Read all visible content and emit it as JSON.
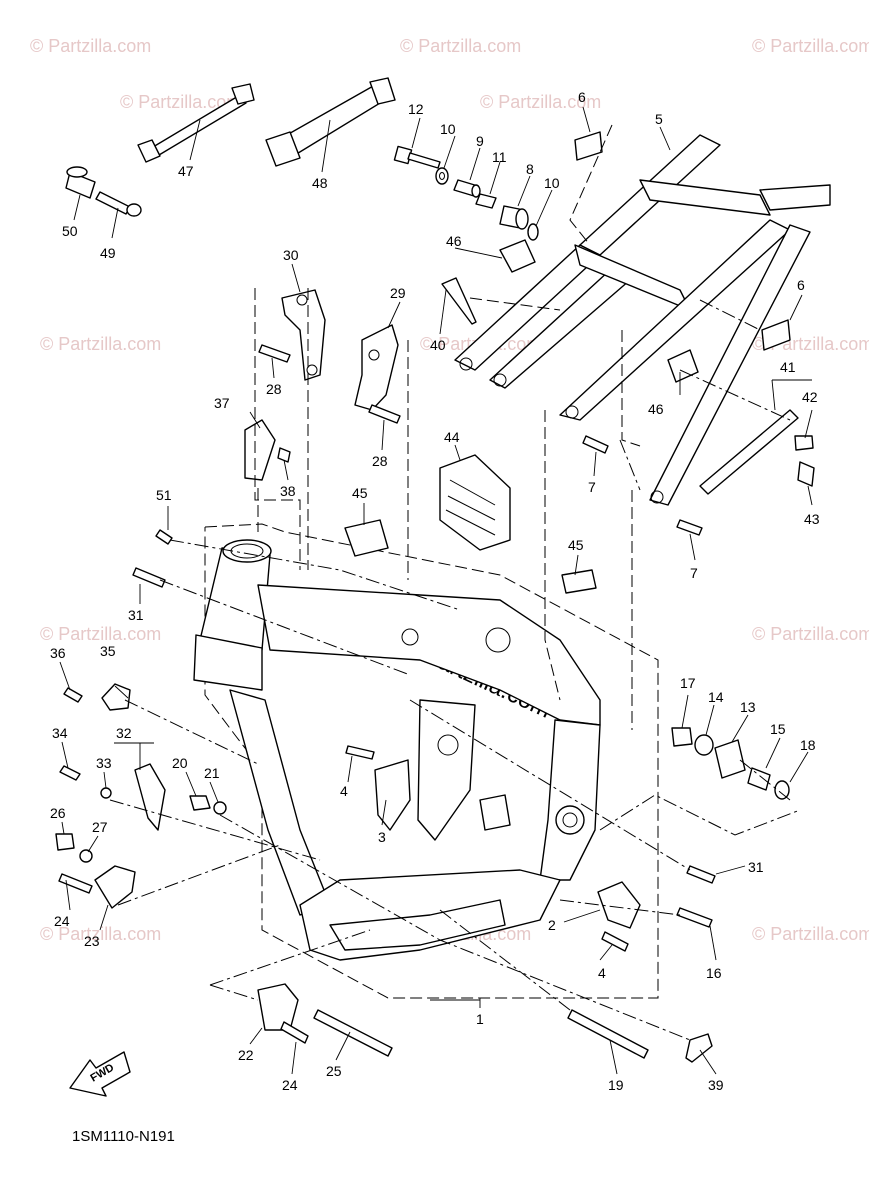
{
  "diagram": {
    "code": "1SM1110-N191",
    "fwd_label": "FWD",
    "watermark_small": "© Partzilla.com",
    "watermark_center": "© Partzilla.com",
    "callouts": [
      "1",
      "2",
      "3",
      "4",
      "4",
      "5",
      "6",
      "6",
      "7",
      "7",
      "8",
      "9",
      "10",
      "10",
      "11",
      "12",
      "13",
      "14",
      "15",
      "16",
      "17",
      "18",
      "19",
      "20",
      "21",
      "22",
      "23",
      "24",
      "24",
      "25",
      "26",
      "27",
      "28",
      "28",
      "29",
      "30",
      "31",
      "31",
      "32",
      "33",
      "34",
      "35",
      "36",
      "37",
      "38",
      "39",
      "40",
      "41",
      "42",
      "43",
      "44",
      "45",
      "45",
      "46",
      "46",
      "47",
      "48",
      "49",
      "50",
      "51"
    ]
  }
}
